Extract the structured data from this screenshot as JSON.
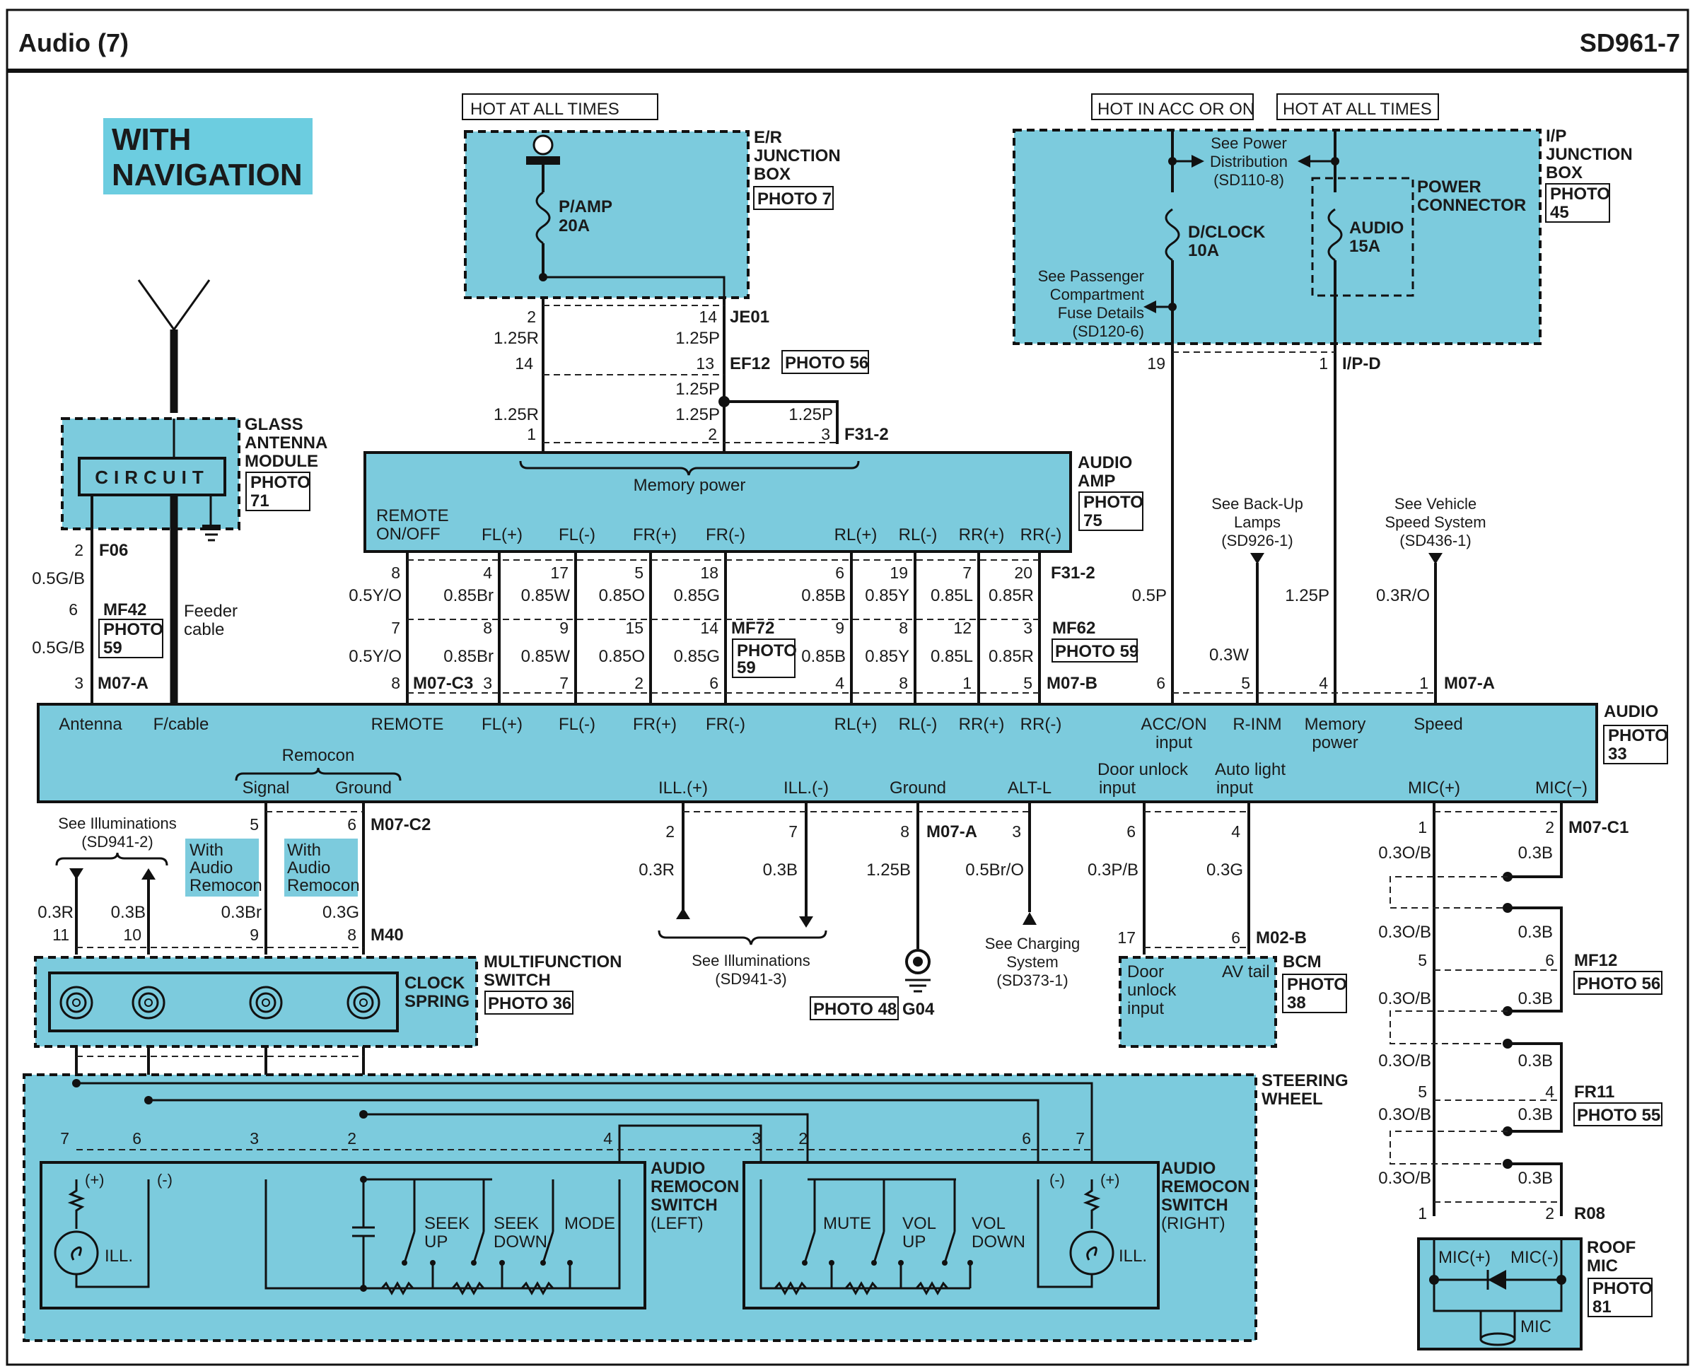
{
  "header": {
    "title": "Audio (7)",
    "code": "SD961-7"
  },
  "nav_label": [
    "WITH",
    "NAVIGATION"
  ],
  "hot": {
    "always": "HOT AT ALL TIMES",
    "acc_on": "HOT IN ACC OR ON"
  },
  "er_box": {
    "title": [
      "E/R",
      "JUNCTION",
      "BOX"
    ],
    "photo": "PHOTO 7",
    "fuse": [
      "P/AMP",
      "20A"
    ]
  },
  "ip_box": {
    "title": [
      "I/P",
      "JUNCTION",
      "BOX"
    ],
    "photo": [
      "PHOTO",
      "45"
    ],
    "power_connector": [
      "POWER",
      "CONNECTOR"
    ],
    "see_pd": [
      "See Power",
      "Distribution",
      "(SD110-8)"
    ],
    "fuse_clock": [
      "D/CLOCK",
      "10A"
    ],
    "fuse_audio": [
      "AUDIO",
      "15A"
    ],
    "see_pass": [
      "See Passenger",
      "Compartment",
      "Fuse Details",
      "(SD120-6)"
    ]
  },
  "antenna": {
    "title": [
      "GLASS",
      "ANTENNA",
      "MODULE"
    ],
    "photo": [
      "PHOTO",
      "71"
    ],
    "circuit": "CIRCUIT",
    "feeder": [
      "Feeder",
      "cable"
    ]
  },
  "amp": {
    "title": [
      "AUDIO",
      "AMP"
    ],
    "photo": [
      "PHOTO",
      "75"
    ],
    "memory": "Memory power",
    "remote": [
      "REMOTE",
      "ON/OFF"
    ],
    "pins": [
      "FL(+)",
      "FL(-)",
      "FR(+)",
      "FR(-)",
      "RL(+)",
      "RL(-)",
      "RR(+)",
      "RR(-)"
    ]
  },
  "audio_unit": {
    "title": "AUDIO",
    "photo": [
      "PHOTO",
      "33"
    ],
    "top": [
      "Antenna",
      "F/cable",
      "REMOTE",
      "FL(+)",
      "FL(-)",
      "FR(+)",
      "FR(-)",
      "RL(+)",
      "RL(-)",
      "RR(+)",
      "RR(-)",
      "R-INM",
      "Speed"
    ],
    "acc": [
      "ACC/ON",
      "input"
    ],
    "mem": [
      "Memory",
      "power"
    ],
    "remocon": "Remocon",
    "bottom": [
      "Signal",
      "Ground",
      "ILL.(+)",
      "ILL.(-)",
      "Ground",
      "ALT-L",
      "MIC(+)",
      "MIC(−)"
    ],
    "door": [
      "Door unlock",
      "input"
    ],
    "auto": [
      "Auto light",
      "input"
    ]
  },
  "conn": {
    "JE01": "JE01",
    "EF12": "EF12",
    "EF12_photo": "PHOTO 56",
    "F31_2": "F31-2",
    "MF72": "MF72",
    "MF72_photo": [
      "PHOTO",
      "59"
    ],
    "MF62": "MF62",
    "MF62_photo": "PHOTO 59",
    "M07_C3": "M07-C3",
    "M07_B": "M07-B",
    "M07_A": "M07-A",
    "IP_D": "I/P-D",
    "F06": "F06",
    "MF42": "MF42",
    "MF42_photo": [
      "PHOTO",
      "59"
    ],
    "M07_C2": "M07-C2",
    "M40": "M40",
    "M02_B": "M02-B",
    "M07_C1": "M07-C1",
    "MF12": "MF12",
    "MF12_photo": "PHOTO 56",
    "FR11": "FR11",
    "FR11_photo": "PHOTO 55",
    "R08": "R08",
    "G04": "G04",
    "G04_photo": "PHOTO 48"
  },
  "wires": {
    "r125": "1.25R",
    "p125": "1.25P",
    "gb05": "0.5G/B",
    "yo05": "0.5Y/O",
    "br085": "0.85Br",
    "w085": "0.85W",
    "o085": "0.85O",
    "g085": "0.85G",
    "b085": "0.85B",
    "y085": "0.85Y",
    "l085": "0.85L",
    "r085": "0.85R",
    "p05": "0.5P",
    "w03": "0.3W",
    "ro03": "0.3R/O",
    "r03": "0.3R",
    "b03": "0.3B",
    "br03": "0.3Br",
    "g03": "0.3G",
    "b125": "1.25B",
    "bro05": "0.5Br/O",
    "pb03": "0.3P/B",
    "g03b": "0.3G",
    "ob03": "0.3O/B"
  },
  "refs": {
    "backup": [
      "See Back-Up",
      "Lamps",
      "(SD926-1)"
    ],
    "vss": [
      "See Vehicle",
      "Speed System",
      "(SD436-1)"
    ],
    "ill1": [
      "See Illuminations",
      "(SD941-2)"
    ],
    "ill3": [
      "See Illuminations",
      "(SD941-3)"
    ],
    "charging": [
      "See Charging",
      "System",
      "(SD373-1)"
    ]
  },
  "with_remocon": [
    "With",
    "Audio",
    "Remocon"
  ],
  "mfs": {
    "title": [
      "MULTIFUNCTION",
      "SWITCH"
    ],
    "photo": "PHOTO 36",
    "clock": [
      "CLOCK",
      "SPRING"
    ]
  },
  "bcm": {
    "title": "BCM",
    "photo": [
      "PHOTO",
      "38"
    ],
    "door": [
      "Door",
      "unlock",
      "input"
    ],
    "av": "AV tail"
  },
  "steering": [
    "STEERING",
    "WHEEL"
  ],
  "left_sw": {
    "title": [
      "AUDIO",
      "REMOCON",
      "SWITCH",
      "(LEFT)"
    ],
    "seek_up": [
      "SEEK",
      "UP"
    ],
    "seek_down": [
      "SEEK",
      "DOWN"
    ],
    "mode": "MODE",
    "ill": "ILL."
  },
  "right_sw": {
    "title": [
      "AUDIO",
      "REMOCON",
      "SWITCH",
      "(RIGHT)"
    ],
    "mute": "MUTE",
    "vol_up": [
      "VOL",
      "UP"
    ],
    "vol_down": [
      "VOL",
      "DOWN"
    ],
    "ill": "ILL."
  },
  "mic": {
    "title": [
      "ROOF",
      "MIC"
    ],
    "photo": [
      "PHOTO",
      "81"
    ],
    "plus": "MIC(+)",
    "minus": "MIC(-)",
    "label": "MIC"
  }
}
